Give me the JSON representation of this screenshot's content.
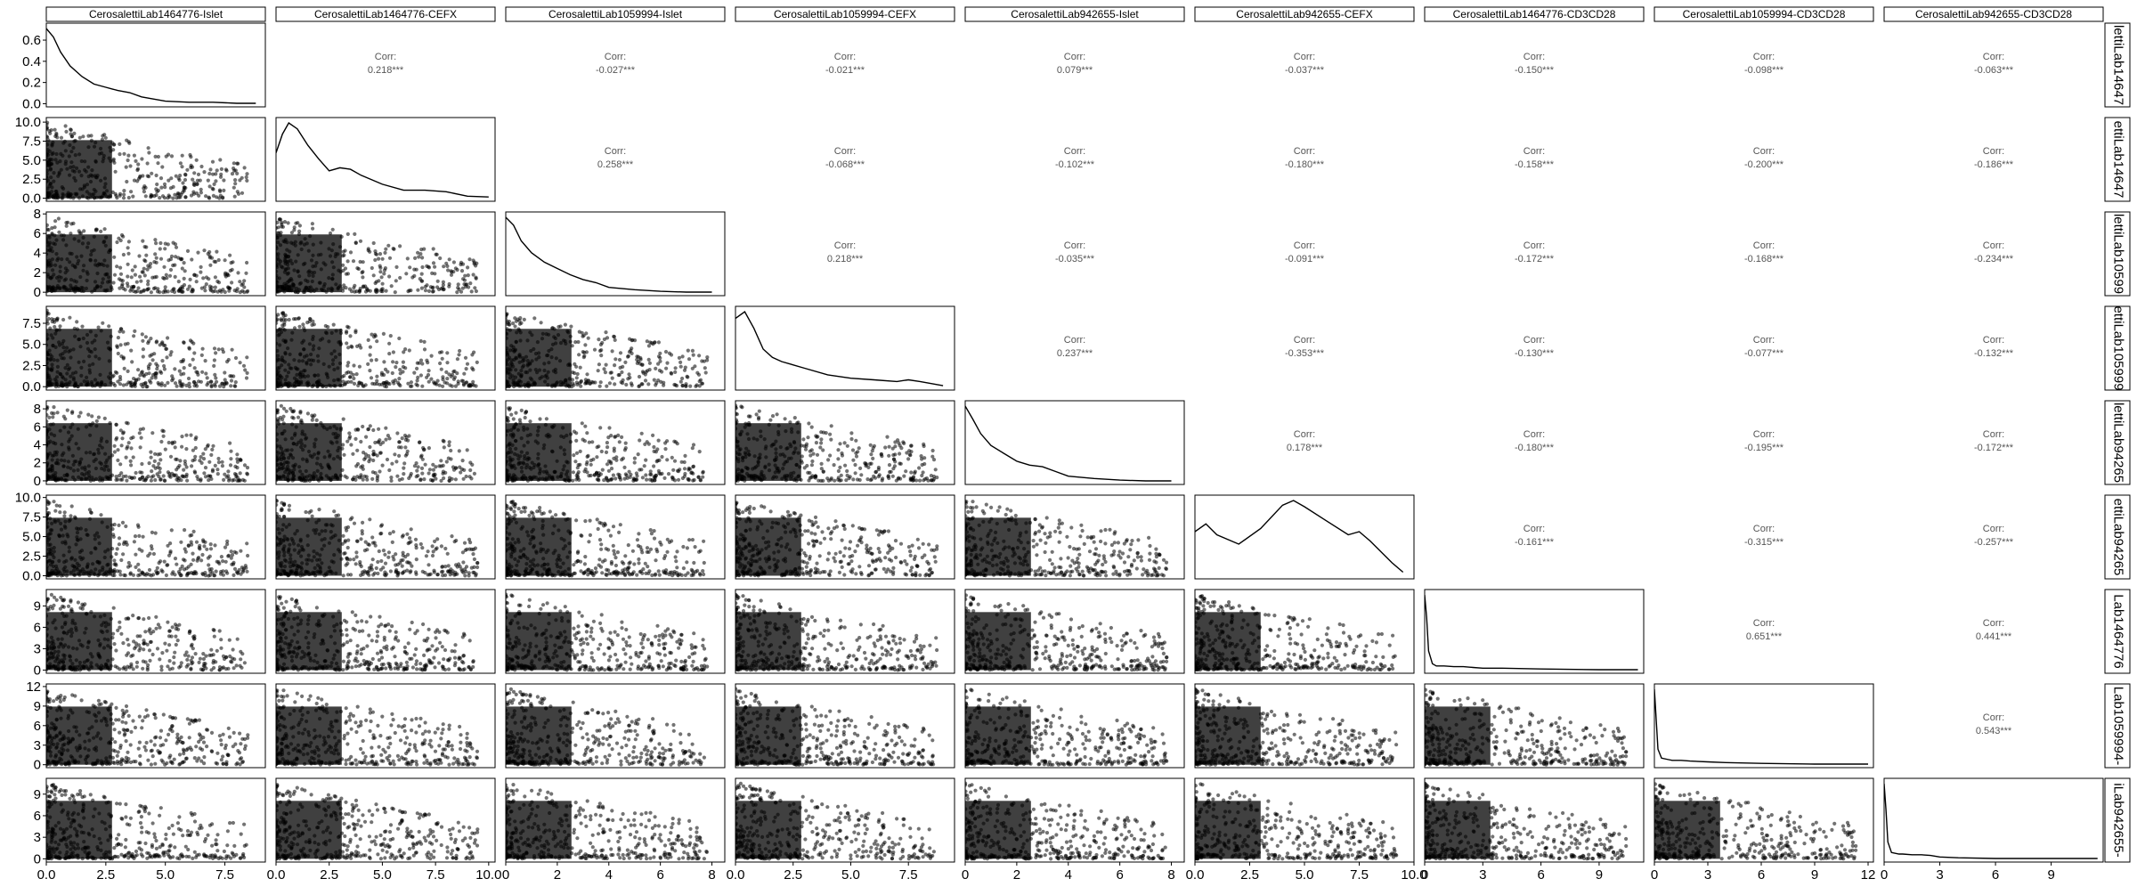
{
  "chart_data": {
    "type": "scatter-matrix",
    "variables": [
      "CerosalettiLab1464776-Islet",
      "CerosalettiLab1464776-CEFX",
      "CerosalettiLab1059994-Islet",
      "CerosalettiLab1059994-CEFX",
      "CerosalettiLab942655-Islet",
      "CerosalettiLab942655-CEFX",
      "CerosalettiLab1464776-CD3CD28",
      "CerosalettiLab1059994-CD3CD28",
      "CerosalettiLab942655-CD3CD28"
    ],
    "row_strip_labels": [
      "lettiLab14647",
      "ettiLab14647",
      "lettiLab10599",
      "ettiLab105999",
      "lettiLab94265",
      "ettiLab94265",
      "Lab1464776",
      "Lab1059994-",
      "iLab942655-"
    ],
    "corr_label": "Corr:",
    "correlations": [
      [
        null,
        "0.218***",
        "-0.027***",
        "-0.021***",
        "0.079***",
        "-0.037***",
        "-0.150***",
        "-0.098***",
        "-0.063***"
      ],
      [
        null,
        null,
        "0.258***",
        "-0.068***",
        "-0.102***",
        "-0.180***",
        "-0.158***",
        "-0.200***",
        "-0.186***"
      ],
      [
        null,
        null,
        null,
        "0.218***",
        "-0.035***",
        "-0.091***",
        "-0.172***",
        "-0.168***",
        "-0.234***"
      ],
      [
        null,
        null,
        null,
        null,
        "0.237***",
        "-0.353***",
        "-0.130***",
        "-0.077***",
        "-0.132***"
      ],
      [
        null,
        null,
        null,
        null,
        null,
        "0.178***",
        "-0.180***",
        "-0.195***",
        "-0.172***"
      ],
      [
        null,
        null,
        null,
        null,
        null,
        null,
        "-0.161***",
        "-0.315***",
        "-0.257***"
      ],
      [
        null,
        null,
        null,
        null,
        null,
        null,
        null,
        "0.651***",
        "0.441***"
      ],
      [
        null,
        null,
        null,
        null,
        null,
        null,
        null,
        null,
        "0.543***"
      ],
      [
        null,
        null,
        null,
        null,
        null,
        null,
        null,
        null,
        null
      ]
    ],
    "x_axes": [
      {
        "range": [
          0,
          9.2
        ],
        "ticks": [
          "0.0",
          "2.5",
          "5.0",
          "7.5"
        ]
      },
      {
        "range": [
          0,
          10.3
        ],
        "ticks": [
          "0.0",
          "2.5",
          "5.0",
          "7.5",
          "10.0"
        ]
      },
      {
        "range": [
          0,
          8.5
        ],
        "ticks": [
          "0",
          "2",
          "4",
          "6",
          "8"
        ]
      },
      {
        "range": [
          0,
          9.5
        ],
        "ticks": [
          "0.0",
          "2.5",
          "5.0",
          "7.5"
        ]
      },
      {
        "range": [
          0,
          8.5
        ],
        "ticks": [
          "0",
          "2",
          "4",
          "6",
          "8"
        ]
      },
      {
        "range": [
          0,
          10.0
        ],
        "ticks": [
          "0.0",
          "2.5",
          "5.0",
          "7.5",
          "10.0"
        ]
      },
      {
        "range": [
          0,
          11.3
        ],
        "ticks": [
          "0",
          "3",
          "6",
          "9"
        ]
      },
      {
        "range": [
          0,
          12.3
        ],
        "ticks": [
          "0",
          "3",
          "6",
          "9",
          "12"
        ]
      },
      {
        "range": [
          0,
          11.8
        ],
        "ticks": [
          "0",
          "3",
          "6",
          "9"
        ]
      }
    ],
    "y_axes": [
      {
        "range": [
          -0.03,
          0.76
        ],
        "ticks": [
          "0.0",
          "0.2",
          "0.4",
          "0.6"
        ]
      },
      {
        "range": [
          -0.4,
          10.6
        ],
        "ticks": [
          "0.0",
          "2.5",
          "5.0",
          "7.5",
          "10.0"
        ]
      },
      {
        "range": [
          -0.35,
          8.2
        ],
        "ticks": [
          "0",
          "2",
          "4",
          "6",
          "8"
        ]
      },
      {
        "range": [
          -0.4,
          9.5
        ],
        "ticks": [
          "0.0",
          "2.5",
          "5.0",
          "7.5"
        ]
      },
      {
        "range": [
          -0.4,
          8.9
        ],
        "ticks": [
          "0",
          "2",
          "4",
          "6",
          "8"
        ]
      },
      {
        "range": [
          -0.4,
          10.3
        ],
        "ticks": [
          "0.0",
          "2.5",
          "5.0",
          "7.5",
          "10.0"
        ]
      },
      {
        "range": [
          -0.45,
          11.3
        ],
        "ticks": [
          "0",
          "3",
          "6",
          "9"
        ]
      },
      {
        "range": [
          -0.45,
          12.4
        ],
        "ticks": [
          "0",
          "3",
          "6",
          "9",
          "12"
        ]
      },
      {
        "range": [
          -0.45,
          11.2
        ],
        "ticks": [
          "0",
          "3",
          "6",
          "9"
        ]
      }
    ],
    "density_curves": [
      {
        "x": [
          0,
          0.3,
          0.6,
          1,
          1.5,
          2,
          2.5,
          3,
          3.5,
          4,
          4.5,
          5,
          6,
          7,
          8,
          8.8
        ],
        "y": [
          0.7,
          0.62,
          0.48,
          0.35,
          0.25,
          0.18,
          0.15,
          0.12,
          0.1,
          0.06,
          0.04,
          0.02,
          0.01,
          0.01,
          0,
          0
        ]
      },
      {
        "x": [
          0,
          0.3,
          0.6,
          1,
          1.5,
          2,
          2.5,
          3,
          3.5,
          4,
          5,
          6,
          7,
          8,
          9,
          10
        ],
        "y": [
          0.6,
          0.85,
          1.0,
          0.92,
          0.7,
          0.52,
          0.36,
          0.4,
          0.38,
          0.3,
          0.18,
          0.1,
          0.1,
          0.08,
          0.02,
          0.01
        ]
      },
      {
        "x": [
          0,
          0.3,
          0.6,
          1,
          1.5,
          2,
          2.5,
          3,
          3.5,
          4,
          5,
          6,
          7,
          8
        ],
        "y": [
          0.95,
          0.85,
          0.65,
          0.5,
          0.38,
          0.3,
          0.22,
          0.16,
          0.12,
          0.06,
          0.03,
          0.01,
          0,
          0
        ]
      },
      {
        "x": [
          0,
          0.4,
          0.8,
          1.2,
          1.6,
          2,
          3,
          4,
          5,
          6,
          7,
          7.5,
          8,
          9
        ],
        "y": [
          0.82,
          0.9,
          0.7,
          0.45,
          0.35,
          0.3,
          0.22,
          0.14,
          0.1,
          0.08,
          0.06,
          0.08,
          0.06,
          0.01
        ]
      },
      {
        "x": [
          0,
          0.3,
          0.6,
          1,
          1.5,
          2,
          2.5,
          3,
          3.5,
          4,
          5,
          6,
          7,
          8
        ],
        "y": [
          0.95,
          0.78,
          0.6,
          0.45,
          0.35,
          0.25,
          0.2,
          0.18,
          0.12,
          0.06,
          0.03,
          0.01,
          0,
          0
        ]
      },
      {
        "x": [
          0,
          0.5,
          1,
          2,
          3,
          4,
          4.5,
          5,
          6,
          7,
          7.5,
          8,
          9,
          9.5
        ],
        "y": [
          0.28,
          0.33,
          0.26,
          0.2,
          0.3,
          0.45,
          0.48,
          0.44,
          0.35,
          0.26,
          0.28,
          0.22,
          0.08,
          0.02
        ]
      },
      {
        "x": [
          0,
          0.1,
          0.2,
          0.4,
          0.6,
          1,
          1.5,
          2,
          2.5,
          3,
          4,
          6,
          9,
          11
        ],
        "y": [
          1.0,
          0.7,
          0.25,
          0.08,
          0.05,
          0.05,
          0.04,
          0.04,
          0.03,
          0.02,
          0.02,
          0.01,
          0,
          0
        ]
      },
      {
        "x": [
          0,
          0.1,
          0.2,
          0.4,
          0.8,
          1,
          1.5,
          2,
          3,
          4,
          6,
          9,
          12
        ],
        "y": [
          1.0,
          0.6,
          0.2,
          0.08,
          0.06,
          0.05,
          0.05,
          0.04,
          0.03,
          0.02,
          0.01,
          0,
          0
        ]
      },
      {
        "x": [
          0,
          0.1,
          0.2,
          0.4,
          0.8,
          1,
          1.5,
          2,
          2.5,
          3,
          4,
          6,
          9,
          11.5
        ],
        "y": [
          1.0,
          0.65,
          0.22,
          0.08,
          0.06,
          0.06,
          0.05,
          0.05,
          0.04,
          0.02,
          0.01,
          0,
          0,
          0
        ]
      }
    ]
  }
}
